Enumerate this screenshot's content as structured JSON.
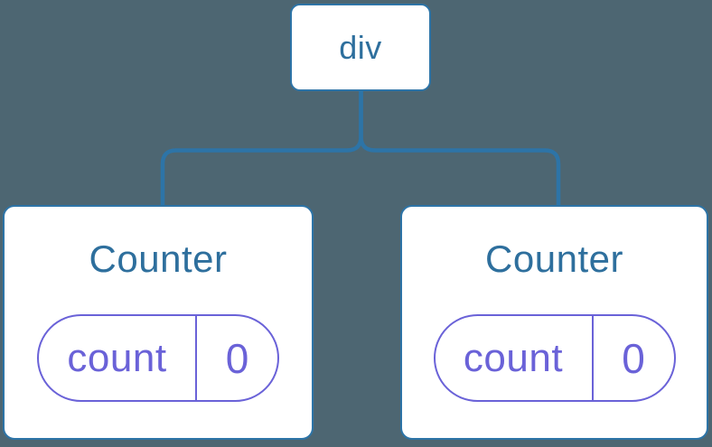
{
  "diagram": {
    "root": {
      "label": "div"
    },
    "children": [
      {
        "title": "Counter",
        "state": {
          "key": "count",
          "value": "0"
        }
      },
      {
        "title": "Counter",
        "state": {
          "key": "count",
          "value": "0"
        }
      }
    ]
  },
  "colors": {
    "background": "#4d6672",
    "blue": "#2d74a7",
    "text_blue": "#2e6f9d",
    "purple": "#6a62d8",
    "node_bg": "#ffffff"
  }
}
